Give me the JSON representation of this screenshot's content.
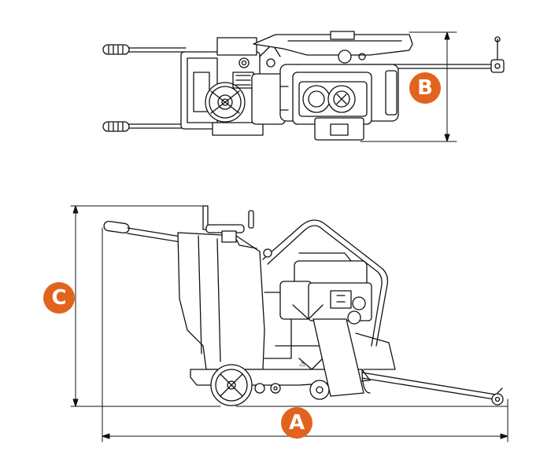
{
  "diagram": {
    "accent_color": "#E2631D",
    "line_color": "#111111",
    "fill_color": "#ffffff",
    "dimension_labels": {
      "length": "A",
      "width": "B",
      "height": "C"
    },
    "views": [
      "top-view",
      "side-view"
    ]
  }
}
